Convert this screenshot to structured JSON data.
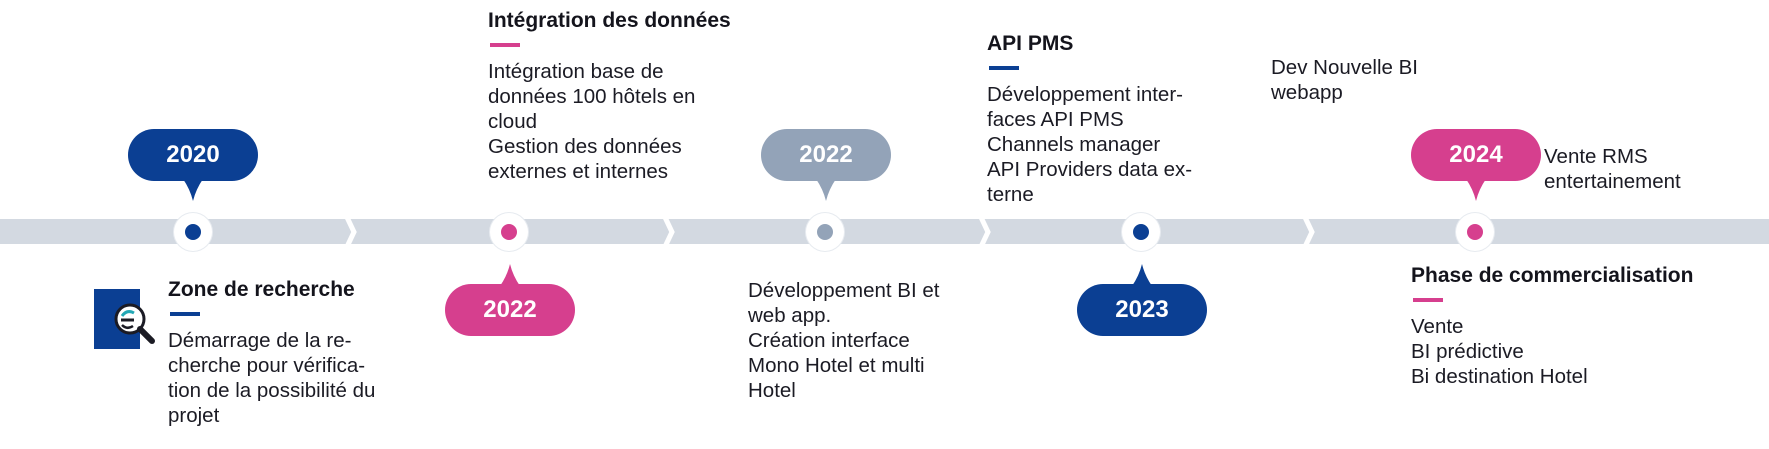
{
  "colors": {
    "navy": "#0b3f93",
    "pink": "#d63f8e",
    "grey": "#93a3b8",
    "track": "#d3d9e1"
  },
  "timeline": {
    "milestones": [
      {
        "id": "m1",
        "year": "2020",
        "color": "navy",
        "bubble": "up"
      },
      {
        "id": "m2",
        "year": "2022",
        "color": "pink",
        "bubble": "down"
      },
      {
        "id": "m3",
        "year": "2022",
        "color": "grey",
        "bubble": "up"
      },
      {
        "id": "m4",
        "year": "2023",
        "color": "navy",
        "bubble": "down"
      },
      {
        "id": "m5",
        "year": "2024",
        "color": "pink",
        "bubble": "up"
      }
    ],
    "blocks": {
      "zone_recherche": {
        "title": "Zone de recherche",
        "icon": "search-research-icon",
        "lines": [
          "Démarrage de la re-",
          "cherche pour vérifica-",
          "tion de la possibilité du",
          "projet"
        ]
      },
      "integration": {
        "title": "Intégration des données",
        "lines": [
          "Intégration base de",
          "données 100 hôtels en",
          "cloud",
          "Gestion des données",
          "externes et internes"
        ]
      },
      "dev_bi": {
        "lines": [
          "Développement BI et",
          "web app.",
          "Création interface",
          "Mono Hotel et multi",
          "Hotel"
        ]
      },
      "api_pms": {
        "title": "API PMS",
        "lines": [
          "Développement inter-",
          "faces API PMS",
          "Channels manager",
          "API Providers data ex-",
          "terne"
        ]
      },
      "dev_nouvelle_bi": {
        "lines": [
          "Dev Nouvelle BI",
          "webapp"
        ]
      },
      "vente_rms": {
        "lines": [
          "Vente RMS",
          "entertainement"
        ]
      },
      "commercialisation": {
        "title": "Phase de commercialisation",
        "lines": [
          "Vente",
          "BI prédictive",
          "Bi destination Hotel"
        ]
      }
    }
  }
}
